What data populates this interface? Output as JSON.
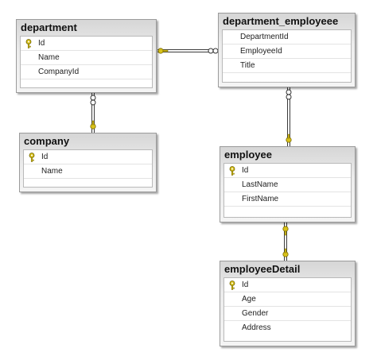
{
  "tables": {
    "department": {
      "title": "department",
      "columns": [
        {
          "name": "Id",
          "pk": true
        },
        {
          "name": "Name",
          "pk": false
        },
        {
          "name": "CompanyId",
          "pk": false
        }
      ]
    },
    "department_employeee": {
      "title": "department_employeee",
      "columns": [
        {
          "name": "DepartmentId",
          "pk": false
        },
        {
          "name": "EmployeeId",
          "pk": false
        },
        {
          "name": "Title",
          "pk": false
        }
      ]
    },
    "company": {
      "title": "company",
      "columns": [
        {
          "name": "Id",
          "pk": true
        },
        {
          "name": "Name",
          "pk": false
        }
      ]
    },
    "employee": {
      "title": "employee",
      "columns": [
        {
          "name": "Id",
          "pk": true
        },
        {
          "name": "LastName",
          "pk": false
        },
        {
          "name": "FirstName",
          "pk": false
        }
      ]
    },
    "employeeDetail": {
      "title": "employeeDetail",
      "columns": [
        {
          "name": "Id",
          "pk": true
        },
        {
          "name": "Age",
          "pk": false
        },
        {
          "name": "Gender",
          "pk": false
        },
        {
          "name": "Address",
          "pk": false
        }
      ]
    }
  },
  "relationships": [
    {
      "from": "department",
      "to": "department_employeee",
      "from_end": "one",
      "to_end": "many"
    },
    {
      "from": "department",
      "to": "company",
      "from_end": "many",
      "to_end": "one"
    },
    {
      "from": "department_employeee",
      "to": "employee",
      "from_end": "many",
      "to_end": "one"
    },
    {
      "from": "employee",
      "to": "employeeDetail",
      "from_end": "one",
      "to_end": "one"
    }
  ],
  "colors": {
    "key_icon": "#d9c21a",
    "line": "#3c3c3c",
    "border": "#9b9b9b"
  },
  "icons": {
    "primary_key": "key-icon"
  }
}
